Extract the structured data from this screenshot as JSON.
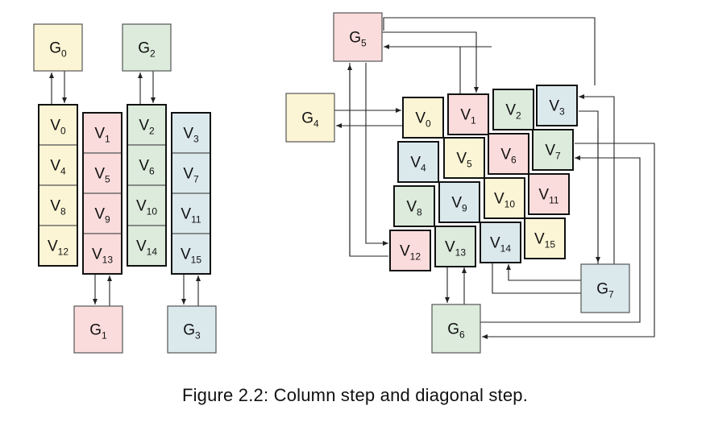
{
  "colors": {
    "yellow": "#fcf5d5",
    "pink": "#fbdcdc",
    "green": "#dcebdc",
    "blue": "#dbe9ed",
    "stroke": "#111111",
    "arrow": "#222222"
  },
  "caption": "Figure 2.2: Column step and diagonal step.",
  "column_step": {
    "g0": {
      "base": "G",
      "sub": "0"
    },
    "g1": {
      "base": "G",
      "sub": "1"
    },
    "g2": {
      "base": "G",
      "sub": "2"
    },
    "g3": {
      "base": "G",
      "sub": "3"
    },
    "columns": [
      [
        "0",
        "4",
        "8",
        "12"
      ],
      [
        "1",
        "5",
        "9",
        "13"
      ],
      [
        "2",
        "6",
        "10",
        "14"
      ],
      [
        "3",
        "7",
        "11",
        "15"
      ]
    ]
  },
  "diagonal_step": {
    "g4": {
      "base": "G",
      "sub": "4"
    },
    "g5": {
      "base": "G",
      "sub": "5"
    },
    "g6": {
      "base": "G",
      "sub": "6"
    },
    "g7": {
      "base": "G",
      "sub": "7"
    },
    "v_base": "V"
  }
}
